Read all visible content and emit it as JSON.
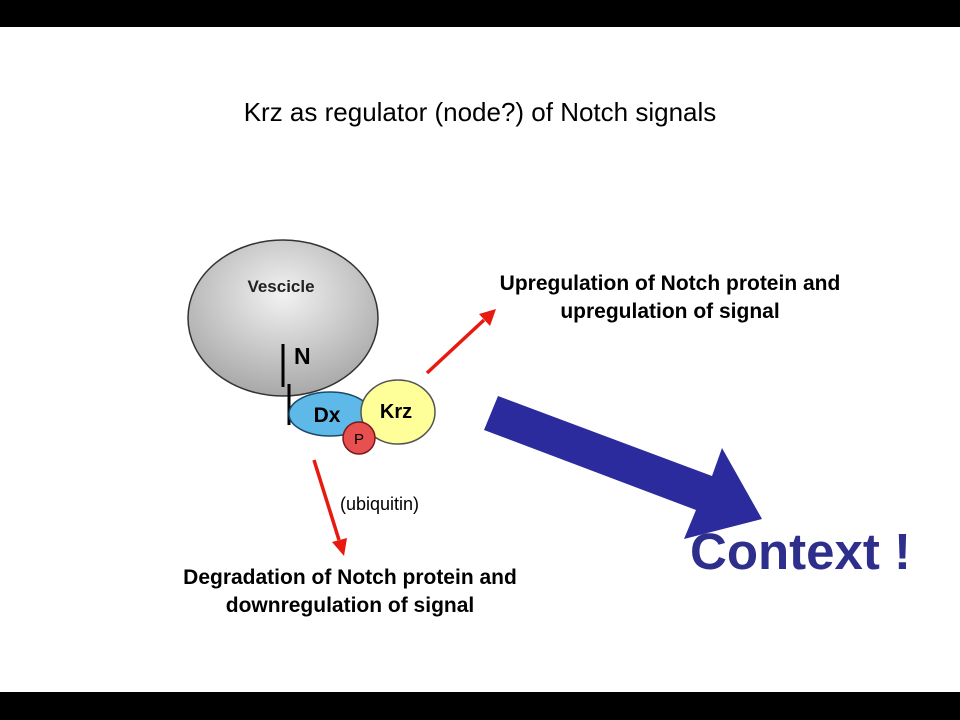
{
  "title": "Krz as regulator (node?) of Notch signals",
  "nodes": {
    "vesicle": "Vescicle",
    "notch": "N",
    "dx": "Dx",
    "krz": "Krz",
    "phospho": "P"
  },
  "labels": {
    "upregulation": "Upregulation of Notch protein and\nupregulation of signal",
    "ubiquitin": "(ubiquitin)",
    "degradation": "Degradation of Notch protein and\ndownregulation of signal",
    "context": "Context !"
  },
  "colors": {
    "vesicle_fill": "#c8c8c8",
    "dx_fill": "#5eb8e8",
    "krz_fill": "#ffff99",
    "phospho_fill": "#e85050",
    "red_arrow": "#e81a10",
    "context_arrow": "#2b2b9e",
    "context_text": "#2e2e8c"
  }
}
